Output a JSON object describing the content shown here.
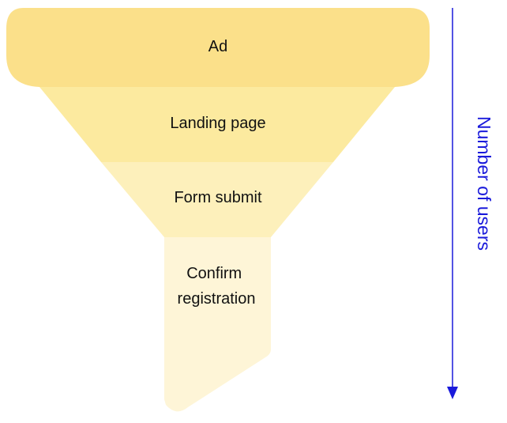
{
  "funnel": {
    "stages": [
      {
        "label": "Ad",
        "color": "#fbe08a"
      },
      {
        "label": "Landing page",
        "color": "#fcea9f"
      },
      {
        "label": "Form submit",
        "color": "#fdf0bb"
      },
      {
        "label_lines": [
          "Confirm",
          "registration"
        ],
        "color": "#fef5d7"
      }
    ]
  },
  "axis": {
    "label": "Number of users",
    "color": "#1a1adb"
  }
}
